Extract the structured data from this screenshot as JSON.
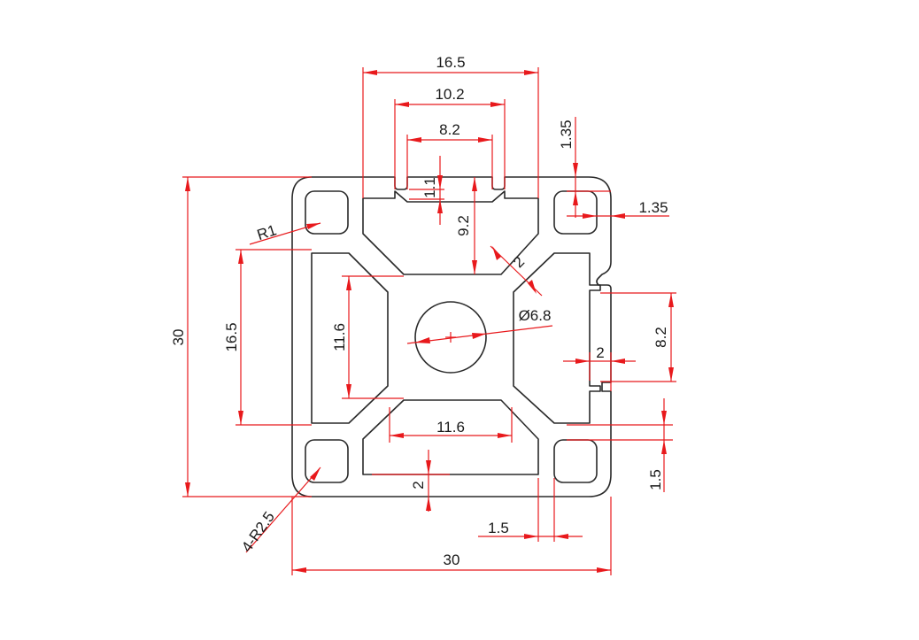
{
  "colors": {
    "profile": "#2a2a2a",
    "dimension": "#e8191c",
    "text": "#1a1a1a"
  },
  "dimensions": {
    "top_slot_outer": "16.5",
    "top_slot_mid": "10.2",
    "top_slot_opening": "8.2",
    "lip_thickness": "1.1",
    "corner_wall": "1.35",
    "corner_wall_right": "1.35",
    "slot_depth": "9.2",
    "web_thickness": "2",
    "fillet_radius": "R1",
    "center_bore": "Ø6.8",
    "height_total": "30",
    "inner_height": "16.5",
    "core_height": "11.6",
    "right_opening": "8.2",
    "right_lip": "2",
    "right_wall": "1.5",
    "core_width": "11.6",
    "bottom_wall": "2",
    "corner_radius": "4-R2.5",
    "bottom_wall_offset": "1.5",
    "width_total": "30"
  }
}
